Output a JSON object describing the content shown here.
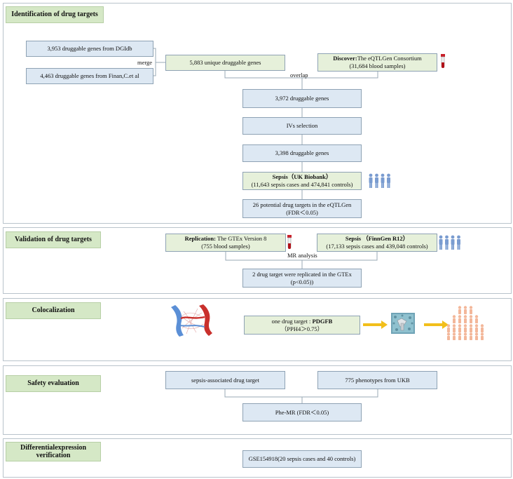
{
  "sections": {
    "identification": "Identification of drug targets",
    "validation": "Validation of drug targets",
    "colocalization": "Colocalization",
    "safety": "Safety evaluation",
    "differential": "Differentialexpression verification"
  },
  "identification": {
    "dgidb": "3,953 druggable genes from DGIdb",
    "finan": "4,463 druggable genes from Finan,C.et al",
    "merge": "merge",
    "unique": "5,883 unique druggable genes",
    "discover_bold": "Discover:",
    "discover_rest": "The eQTLGen Consortium",
    "discover_sub": "(31,684 blood samples)",
    "overlap": "overlap",
    "druggable3972": "3,972 druggable genes",
    "ivs": "IVs selection",
    "druggable3398": "3,398 druggable genes",
    "sepsis_bold": "Sepsis（UK Biobank）",
    "sepsis_sub": "(11,643 sepsis cases and 474,841 controls)",
    "potential_line1": "26 potential drug targets in the eQTLGen",
    "potential_line2": "(FDR＜0.05)"
  },
  "validation": {
    "replication_bold": "Replication:",
    "replication_rest": " The GTEx Version 8",
    "replication_sub": "(755 blood samples)",
    "finngen_bold": "Sepsis （FinnGen R12）",
    "finngen_sub": "(17,133 sepsis cases and 439,048 controls)",
    "mr": "MR analysis",
    "result_line1": "2 drug target were replicated in  the GTEx",
    "result_line2": "(p<0.05))"
  },
  "colocalization": {
    "target_prefix": "one drug target : ",
    "target_bold": "PDGFB",
    "target_sub": "（PPH4＞0.75）"
  },
  "safety": {
    "target": "sepsis-associated drug target",
    "phenotypes": "775 phenotypes from UKB",
    "phemr": "Phe-MR (FDR＜0.05)"
  },
  "differential": {
    "gse": "GSE154918(20 sepsis cases and 40 controls)"
  },
  "colors": {
    "box_blue": "#dde8f3",
    "box_green": "#e6f0da",
    "title_green": "#d5e8c6",
    "people_blue": "#7a9cd0",
    "people_orange": "#f3b79a",
    "arrow_yellow": "#f2bf1b"
  },
  "icons": [
    "blood-tube-icon",
    "people-group-icon",
    "blood-vessel-icon",
    "protein-icon",
    "population-pyramid-icon",
    "arrow-right-icon"
  ]
}
